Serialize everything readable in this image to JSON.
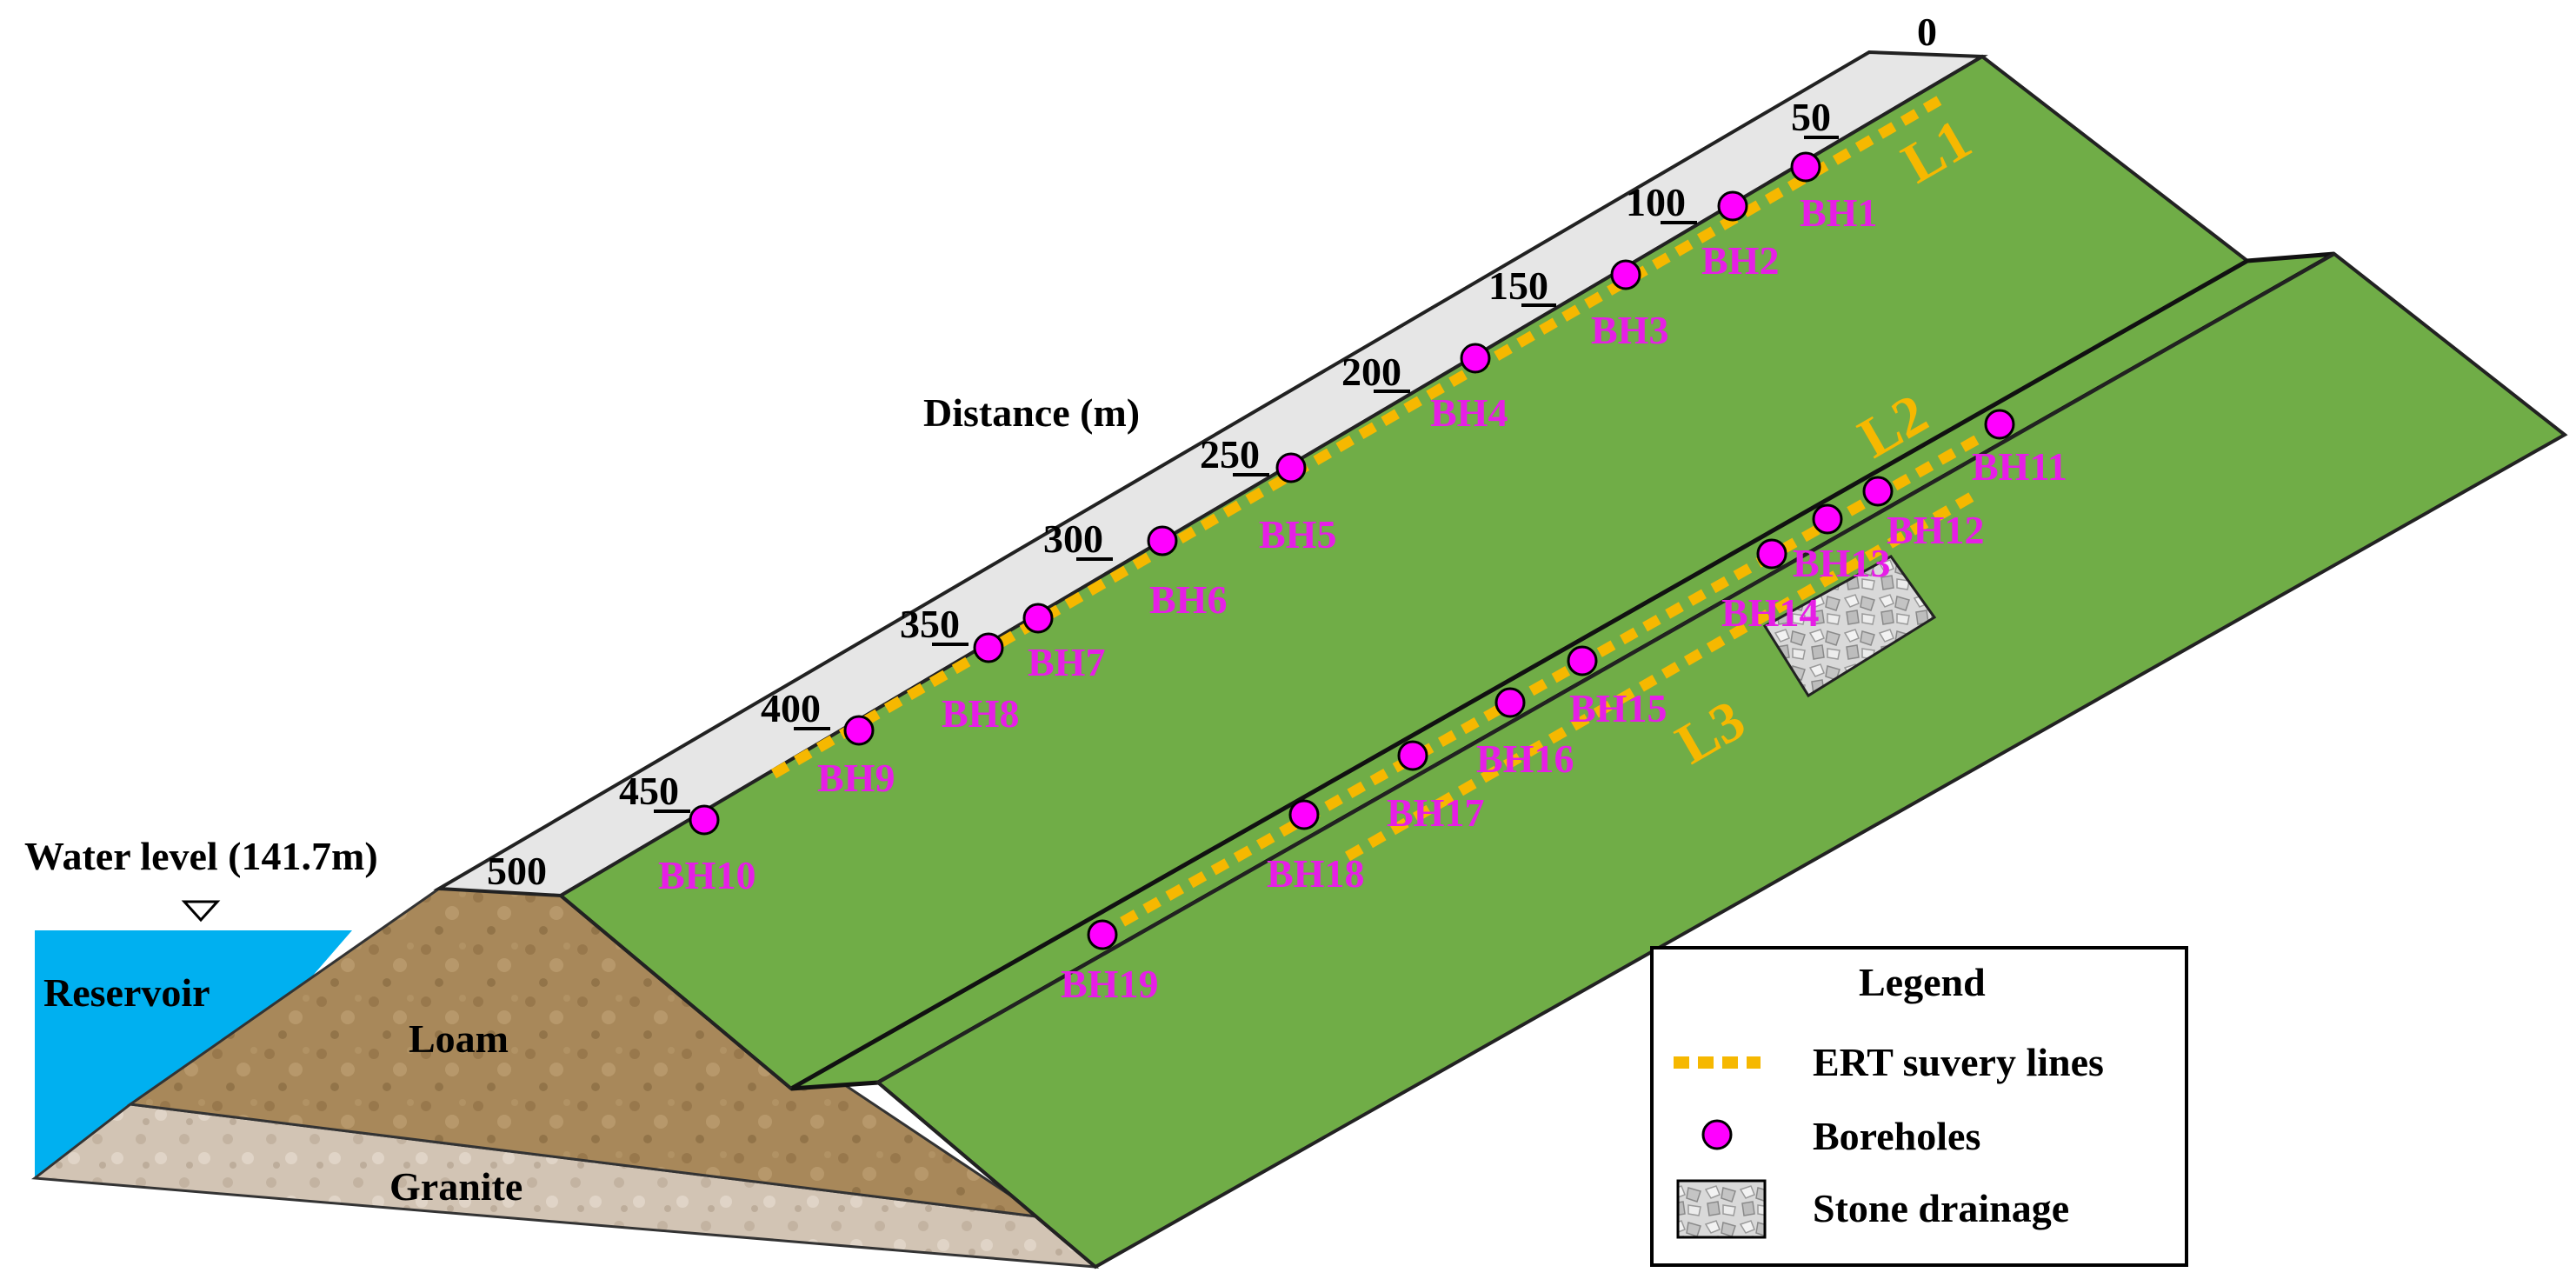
{
  "title_axis": "Distance (m)",
  "water_level_label": "Water level (141.7m)",
  "reservoir_label": "Reservoir",
  "loam_label": "Loam",
  "granite_label": "Granite",
  "distance_ticks": [
    "0",
    "50",
    "100",
    "150",
    "200",
    "250",
    "300",
    "350",
    "400",
    "450",
    "500"
  ],
  "survey_lines": [
    "L1",
    "L2",
    "L3"
  ],
  "boreholes": [
    "BH1",
    "BH2",
    "BH3",
    "BH4",
    "BH5",
    "BH6",
    "BH7",
    "BH8",
    "BH9",
    "BH10",
    "BH11",
    "BH12",
    "BH13",
    "BH14",
    "BH15",
    "BH16",
    "BH17",
    "BH18",
    "BH19"
  ],
  "legend": {
    "title": "Legend",
    "items": [
      {
        "label": "ERT suvery lines",
        "symbol": "dashed-line",
        "color": "#f6b800"
      },
      {
        "label": "Boreholes",
        "symbol": "circle",
        "color": "#ff00ff"
      },
      {
        "label": "Stone drainage",
        "symbol": "stone-box",
        "color": "#cfcfcf"
      }
    ]
  },
  "colors": {
    "crest": "#e6e6e6",
    "slope": "#70ad47",
    "reservoir": "#00b0f0",
    "loam": "#a8885a",
    "granite": "#cdbfae",
    "survey_line": "#f6b800",
    "borehole": "#ff00ff",
    "borehole_label": "#e61ee6"
  }
}
